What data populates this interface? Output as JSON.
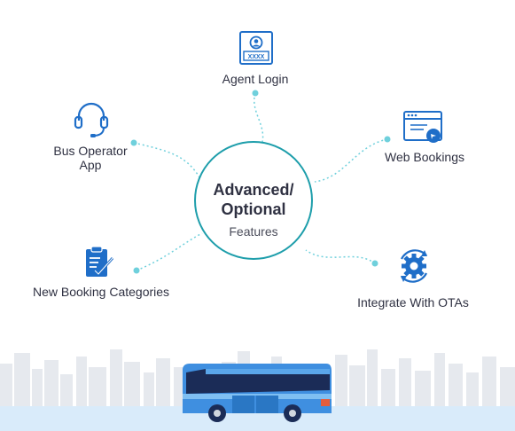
{
  "center": {
    "line1": "Advanced/",
    "line2": "Optional",
    "line3": "Features"
  },
  "features": {
    "agent_login": {
      "label": "Agent Login",
      "icon": "id-card-icon"
    },
    "bus_operator": {
      "line1": "Bus Operator",
      "line2": "App",
      "icon": "headset-icon"
    },
    "web_bookings": {
      "label": "Web Bookings",
      "icon": "browser-window-icon"
    },
    "new_categories": {
      "label": "New Booking Categories",
      "icon": "clipboard-check-icon"
    },
    "otas": {
      "label": "Integrate With OTAs",
      "icon": "gear-sync-icon",
      "icon_text": "XXXX"
    }
  },
  "colors": {
    "accent": "#1e9eab",
    "icon_blue": "#1f6ec8",
    "dot": "#6fd0dc",
    "bus_blue": "#3f8fe0",
    "bus_dark": "#1b2c57",
    "ground": "#d9ebfa"
  }
}
